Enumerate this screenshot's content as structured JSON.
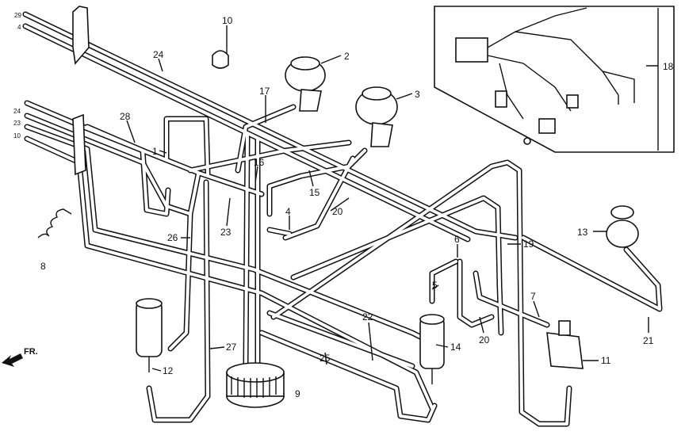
{
  "diagram": {
    "left_tube_labels_top": [
      "29",
      "4"
    ],
    "left_tube_labels_mid": [
      "24",
      "23",
      "10"
    ],
    "callouts": {
      "p10": "10",
      "p2": "2",
      "p3": "3",
      "p24": "24",
      "p17": "17",
      "p28": "28",
      "p1": "1",
      "p16": "16",
      "p15": "15",
      "p20a": "20",
      "p4": "4",
      "p8": "8",
      "p23": "23",
      "p26": "26",
      "p19": "19",
      "p18": "18",
      "p13": "13",
      "p6": "6",
      "p5": "5",
      "p7": "7",
      "p21": "21",
      "p22": "22",
      "p14": "14",
      "p11": "11",
      "p27": "27",
      "p12": "12",
      "p25": "25",
      "p9": "9",
      "p20b": "20"
    },
    "direction_label": "FR."
  }
}
